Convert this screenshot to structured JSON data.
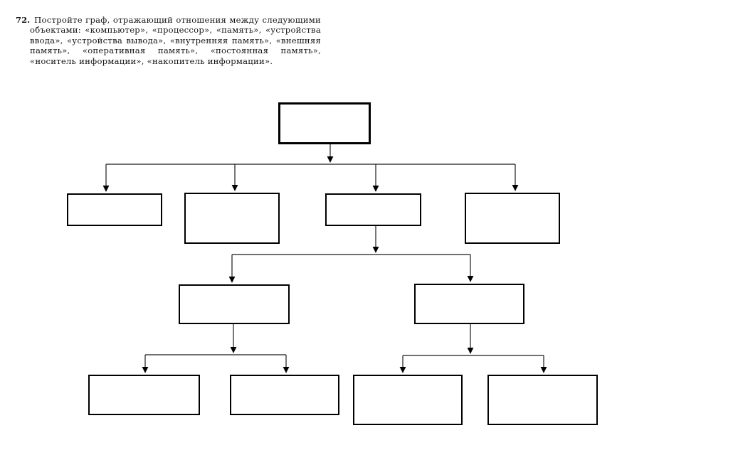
{
  "problem": {
    "number": "72.",
    "text": "Постройте граф, отражающий отношения между следующими объектами: «компьютер», «процессор», «память», «устройства ввода», «устройства вывода», «внутренняя память», «внешняя память», «оперативная память», «постоянная память», «носитель информации», «накопитель информации»."
  },
  "diagram": {
    "type": "tree",
    "ink_color": "#000000",
    "nodes": [
      {
        "id": "level1-box",
        "label": ""
      },
      {
        "id": "level2-box-1",
        "label": ""
      },
      {
        "id": "level2-box-2",
        "label": ""
      },
      {
        "id": "level2-box-3",
        "label": ""
      },
      {
        "id": "level2-box-4",
        "label": ""
      },
      {
        "id": "level3-box-1",
        "label": ""
      },
      {
        "id": "level3-box-2",
        "label": ""
      },
      {
        "id": "level4-box-1",
        "label": ""
      },
      {
        "id": "level4-box-2",
        "label": ""
      },
      {
        "id": "level4-box-3",
        "label": ""
      },
      {
        "id": "level4-box-4",
        "label": ""
      }
    ],
    "edges": [
      [
        "level1-box",
        "level2-box-1"
      ],
      [
        "level1-box",
        "level2-box-2"
      ],
      [
        "level1-box",
        "level2-box-3"
      ],
      [
        "level1-box",
        "level2-box-4"
      ],
      [
        "level2-box-3",
        "level3-box-1"
      ],
      [
        "level2-box-3",
        "level3-box-2"
      ],
      [
        "level3-box-1",
        "level4-box-1"
      ],
      [
        "level3-box-1",
        "level4-box-2"
      ],
      [
        "level3-box-2",
        "level4-box-3"
      ],
      [
        "level3-box-2",
        "level4-box-4"
      ]
    ]
  }
}
